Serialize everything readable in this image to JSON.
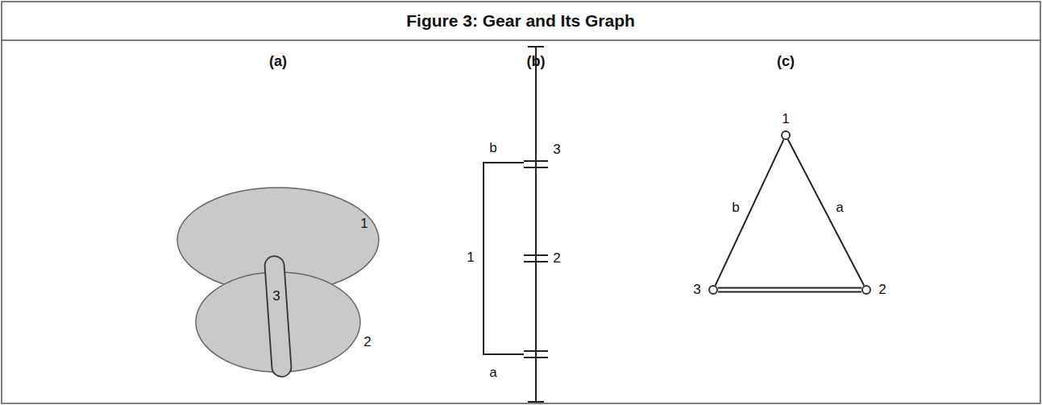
{
  "diagram": {
    "title": "Figure 3: Gear and Its Graph",
    "nodes": [
      {
        "text": [
          "1"
        ]
      },
      {
        "text": [
          "3"
        ]
      },
      {
        "text": [
          "2"
        ]
      }
    ],
    "edges": [
      {
        "from": 0,
        "to": 1,
        "label": "b",
        "arrow": "none"
      },
      {
        "from": 0,
        "to": 2,
        "label": "a",
        "arrow": "none"
      },
      {
        "from": 1,
        "to": 2,
        "arrow": "none"
      }
    ],
    "labels": [
      "(a)",
      "(b)",
      "(c)",
      "1",
      "3",
      "2",
      "b",
      "3",
      "1",
      "2",
      "a"
    ]
  }
}
